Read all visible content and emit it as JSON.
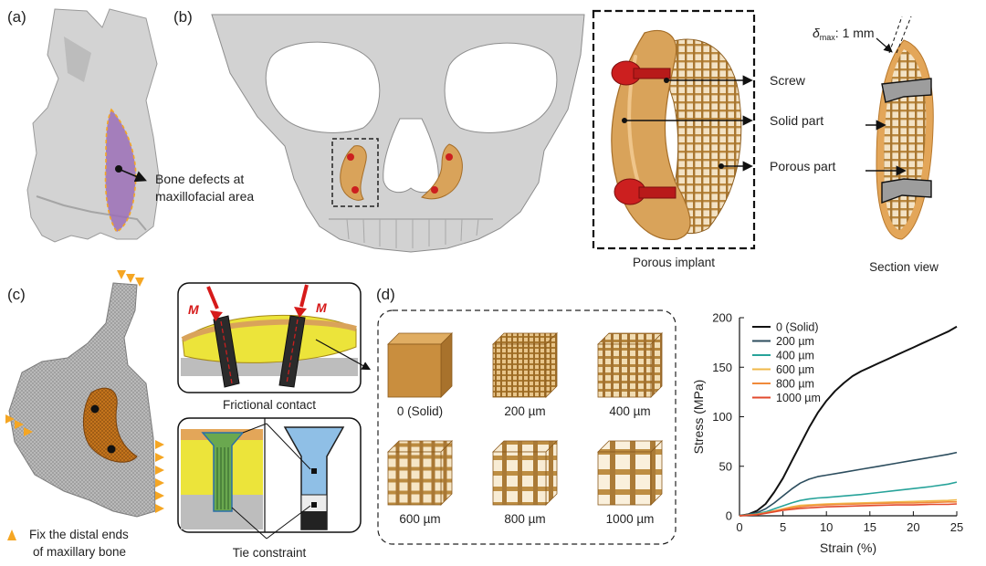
{
  "panels": {
    "a": {
      "label": "(a)",
      "annotation_line1": "Bone defects at",
      "annotation_line2": "maxillofacial area"
    },
    "b": {
      "label": "(b)",
      "inset_caption": "Porous implant",
      "section_caption": "Section view",
      "callouts": [
        "Screw",
        "Solid part",
        "Porous part"
      ],
      "delta_symbol": "δ",
      "delta_sub": "max",
      "delta_value": ": 1 mm"
    },
    "c": {
      "label": "(c)",
      "contact_caption": "Frictional contact",
      "tie_caption": "Tie constraint",
      "moment_label": "M",
      "fix_line1": "Fix the distal ends",
      "fix_line2": "of maxillary bone"
    },
    "d": {
      "label": "(d)",
      "cells": [
        "0 (Solid)",
        "200 µm",
        "400 µm",
        "600 µm",
        "800 µm",
        "1000 µm"
      ]
    }
  },
  "colors": {
    "bone": "#cfcfcf",
    "implant": "#d9a35a",
    "screw": "#cc1f1f",
    "defect": "#9b6fb6",
    "porous": "#b07a36",
    "solid_cell": "#c98e3e",
    "fix_marker": "#f5a623",
    "screw_dark": "#1f1f1f",
    "interface_blue": "#8fbfe6"
  },
  "chart_data": {
    "type": "line",
    "xlabel": "Strain (%)",
    "ylabel": "Stress (MPa)",
    "xlim": [
      0,
      25
    ],
    "ylim": [
      0,
      200
    ],
    "xticks": [
      0,
      5,
      10,
      15,
      20,
      25
    ],
    "yticks": [
      0,
      50,
      100,
      150,
      200
    ],
    "grid": false,
    "legend_position": "top-left",
    "series": [
      {
        "name": "0 (Solid)",
        "color": "#111111",
        "x": [
          0,
          1,
          2,
          3,
          4,
          5,
          6,
          7,
          8,
          9,
          10,
          11,
          12,
          13,
          14,
          15,
          16,
          17,
          18,
          19,
          20,
          21,
          22,
          23,
          24,
          25
        ],
        "y": [
          0,
          1.5,
          5,
          12,
          24,
          38,
          55,
          72,
          89,
          104,
          116,
          126,
          134,
          141,
          146,
          150,
          154,
          158,
          162,
          166,
          170,
          174,
          178,
          182,
          186,
          191
        ]
      },
      {
        "name": "200 µm",
        "color": "#2c4d5e",
        "x": [
          0,
          2,
          3,
          4,
          5,
          6,
          7,
          8,
          9,
          10,
          12,
          14,
          16,
          18,
          20,
          22,
          24,
          25
        ],
        "y": [
          0,
          3,
          7,
          13,
          20,
          27,
          33,
          37,
          39.5,
          41,
          44,
          47,
          50,
          53,
          56,
          59,
          62,
          64
        ]
      },
      {
        "name": "400 µm",
        "color": "#27a39a",
        "x": [
          0,
          2,
          3,
          4,
          5,
          6,
          7,
          8,
          9,
          10,
          12,
          14,
          16,
          18,
          20,
          22,
          24,
          25
        ],
        "y": [
          0,
          2,
          4,
          7,
          10,
          13,
          15.5,
          17,
          18,
          18.5,
          20,
          21.5,
          23.5,
          25.5,
          27.5,
          29.5,
          32,
          34
        ]
      },
      {
        "name": "600 µm",
        "color": "#f0b84a",
        "x": [
          0,
          2,
          3,
          4,
          5,
          6,
          7,
          8,
          10,
          12,
          14,
          16,
          18,
          20,
          22,
          24,
          25
        ],
        "y": [
          0,
          1.5,
          3,
          5,
          7,
          9,
          10.5,
          11,
          12,
          12.5,
          13,
          13.5,
          14,
          14.5,
          15,
          15.5,
          16
        ]
      },
      {
        "name": "800 µm",
        "color": "#f08a3a",
        "x": [
          0,
          2,
          3,
          4,
          5,
          6,
          7,
          8,
          10,
          12,
          14,
          16,
          18,
          20,
          22,
          24,
          25
        ],
        "y": [
          0,
          1.5,
          3,
          5,
          6.5,
          8,
          9,
          10,
          11,
          11.5,
          12,
          12.5,
          13,
          13,
          13.5,
          14,
          14
        ]
      },
      {
        "name": "1000 µm",
        "color": "#e24a2e",
        "x": [
          0,
          2,
          3,
          4,
          5,
          6,
          7,
          8,
          10,
          12,
          14,
          16,
          18,
          20,
          22,
          24,
          25
        ],
        "y": [
          0,
          1,
          2.5,
          4,
          5.5,
          6.5,
          7.5,
          8,
          9,
          9.5,
          10,
          10.5,
          11,
          11,
          11.5,
          11.5,
          12
        ]
      }
    ]
  }
}
